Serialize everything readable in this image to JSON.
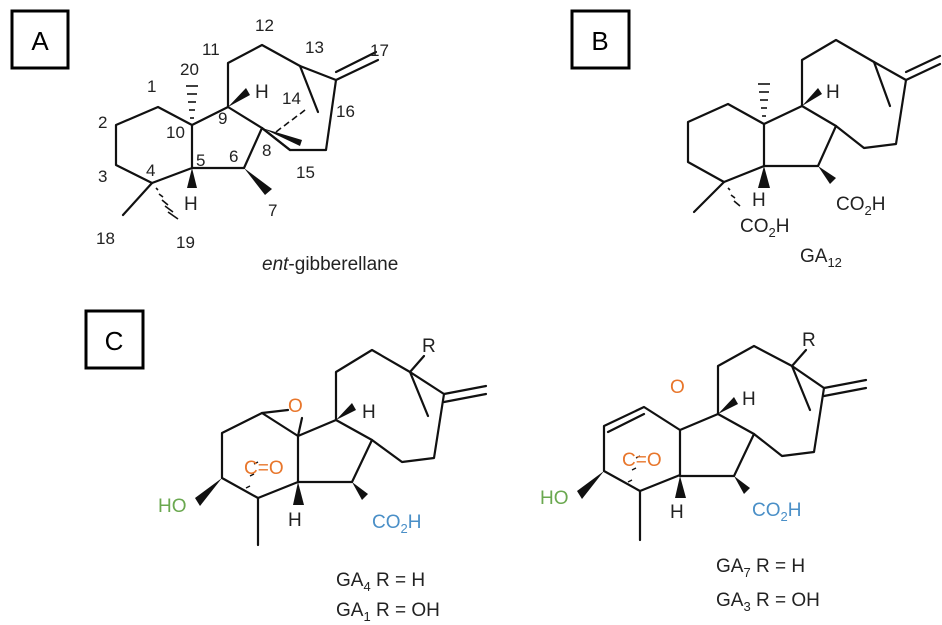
{
  "panels": {
    "a": {
      "letter": "A"
    },
    "b": {
      "letter": "B"
    },
    "c": {
      "letter": "C"
    }
  },
  "structure_a": {
    "caption_italic": "ent",
    "caption_rest": "-gibberellane",
    "h_label": "H",
    "numbers": [
      "1",
      "2",
      "3",
      "4",
      "5",
      "6",
      "7",
      "8",
      "9",
      "10",
      "11",
      "12",
      "13",
      "14",
      "15",
      "16",
      "17",
      "18",
      "19",
      "20"
    ]
  },
  "structure_b": {
    "h_top": "H",
    "h_bottom": "H",
    "cooh_left": "CO",
    "cooh_left_sub": "2",
    "cooh_left_h": "H",
    "cooh_right": "CO",
    "cooh_right_sub": "2",
    "cooh_right_h": "H",
    "caption": "GA",
    "caption_sub": "12"
  },
  "structure_c1": {
    "o_label": "O",
    "co_c": "C",
    "co_eq": "=",
    "co_o": "O",
    "h_top": "H",
    "h_bottom": "H",
    "ho": "HO",
    "cooh": "CO",
    "cooh_sub": "2",
    "cooh_h": "H",
    "r": "R",
    "line1_ga": "GA",
    "line1_sub": "4",
    "line1_rest": " R = H",
    "line2_ga": "GA",
    "line2_sub": "1",
    "line2_rest": " R = OH"
  },
  "structure_c2": {
    "o_label": "O",
    "co_c": "C",
    "co_eq": "=",
    "co_o": "O",
    "h_top": "H",
    "h_bottom": "H",
    "ho": "HO",
    "cooh": "CO",
    "cooh_sub": "2",
    "cooh_h": "H",
    "r": "R",
    "line1_ga": "GA",
    "line1_sub": "7",
    "line1_rest": " R = H",
    "line2_ga": "GA",
    "line2_sub": "3",
    "line2_rest": " R = OH"
  },
  "colors": {
    "oxygen_lactone": "#e8762b",
    "hydroxyl": "#6aa84f",
    "carboxyl": "#4a8fc7"
  }
}
